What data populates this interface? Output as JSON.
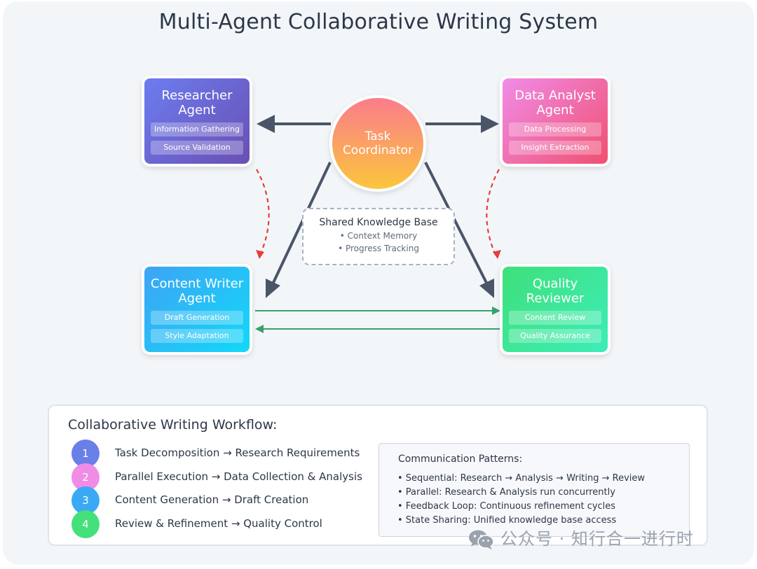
{
  "title": "Multi-Agent Collaborative Writing System",
  "coordinator": {
    "line1": "Task",
    "line2": "Coordinator"
  },
  "agents": {
    "researcher": {
      "line1": "Researcher",
      "line2": "Agent",
      "tags": [
        "Information Gathering",
        "Source Validation"
      ]
    },
    "analyst": {
      "line1": "Data Analyst",
      "line2": "Agent",
      "tags": [
        "Data Processing",
        "Insight Extraction"
      ]
    },
    "writer": {
      "line1": "Content Writer",
      "line2": "Agent",
      "tags": [
        "Draft Generation",
        "Style Adaptation"
      ]
    },
    "reviewer": {
      "line1": "Quality",
      "line2": "Reviewer",
      "tags": [
        "Content Review",
        "Quality Assurance"
      ]
    }
  },
  "knowledge_base": {
    "title": "Shared Knowledge Base",
    "items": [
      "• Context Memory",
      "• Progress Tracking"
    ]
  },
  "workflow": {
    "title": "Collaborative Writing Workflow:",
    "steps": [
      {
        "num": "1",
        "text": "Task Decomposition → Research Requirements",
        "color": "#6b7fe8"
      },
      {
        "num": "2",
        "text": "Parallel Execution → Data Collection & Analysis",
        "color": "#f08ce6"
      },
      {
        "num": "3",
        "text": "Content Generation → Draft Creation",
        "color": "#3aa9f5"
      },
      {
        "num": "4",
        "text": "Review & Refinement → Quality Control",
        "color": "#44e07c"
      }
    ]
  },
  "patterns": {
    "title": "Communication Patterns:",
    "items": [
      "• Sequential: Research → Analysis → Writing → Review",
      "• Parallel: Research & Analysis run concurrently",
      "• Feedback Loop: Continuous refinement cycles",
      "• State Sharing: Unified knowledge base access"
    ]
  },
  "watermark": "公众号 · 知行合一进行时",
  "colors": {
    "arrow": "#4a5568",
    "dashed": "#e53e3e",
    "feedback": "#38a169"
  }
}
